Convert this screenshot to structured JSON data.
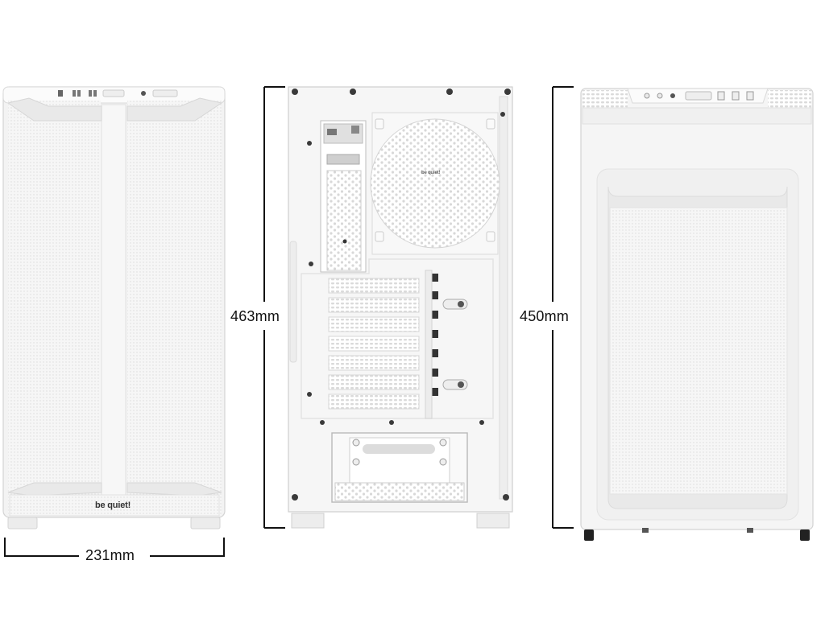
{
  "dimensions": {
    "width": "231mm",
    "height": "463mm",
    "depth": "450mm"
  },
  "brand_front": "be quiet!",
  "brand_fan": "be quiet!",
  "colors": {
    "case_body": "#f4f4f4",
    "case_edge": "#cfcfcf",
    "mesh": "#e6e6e6",
    "line": "#111111",
    "screw": "#3a3a3a"
  }
}
